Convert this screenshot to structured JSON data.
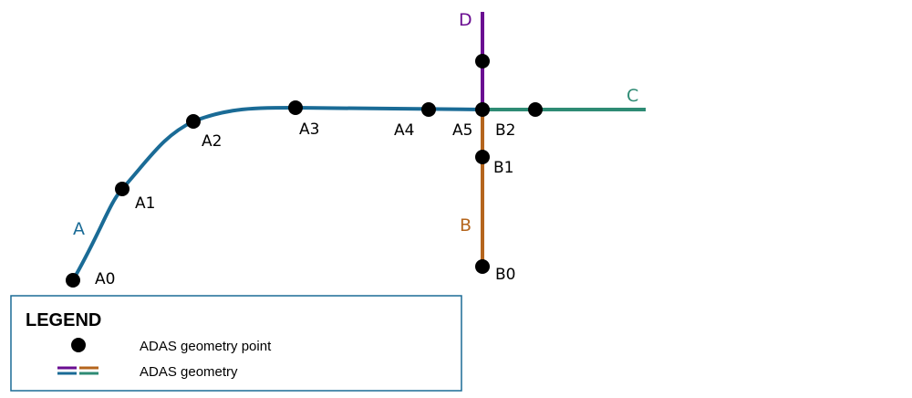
{
  "colors": {
    "road_a": "#1a6b96",
    "road_b": "#b5651d",
    "road_c": "#2e8b74",
    "road_d": "#6a0d91",
    "point": "#000000",
    "legend_border": "#1a6b96"
  },
  "roads": {
    "a": {
      "label": "A"
    },
    "b": {
      "label": "B"
    },
    "c": {
      "label": "C"
    },
    "d": {
      "label": "D"
    }
  },
  "points": {
    "a0": "A0",
    "a1": "A1",
    "a2": "A2",
    "a3": "A3",
    "a4": "A4",
    "a5": "A5",
    "b0": "B0",
    "b1": "B1",
    "b2": "B2"
  },
  "legend": {
    "title": "LEGEND",
    "point_label": "ADAS geometry point",
    "line_label": "ADAS geometry"
  }
}
